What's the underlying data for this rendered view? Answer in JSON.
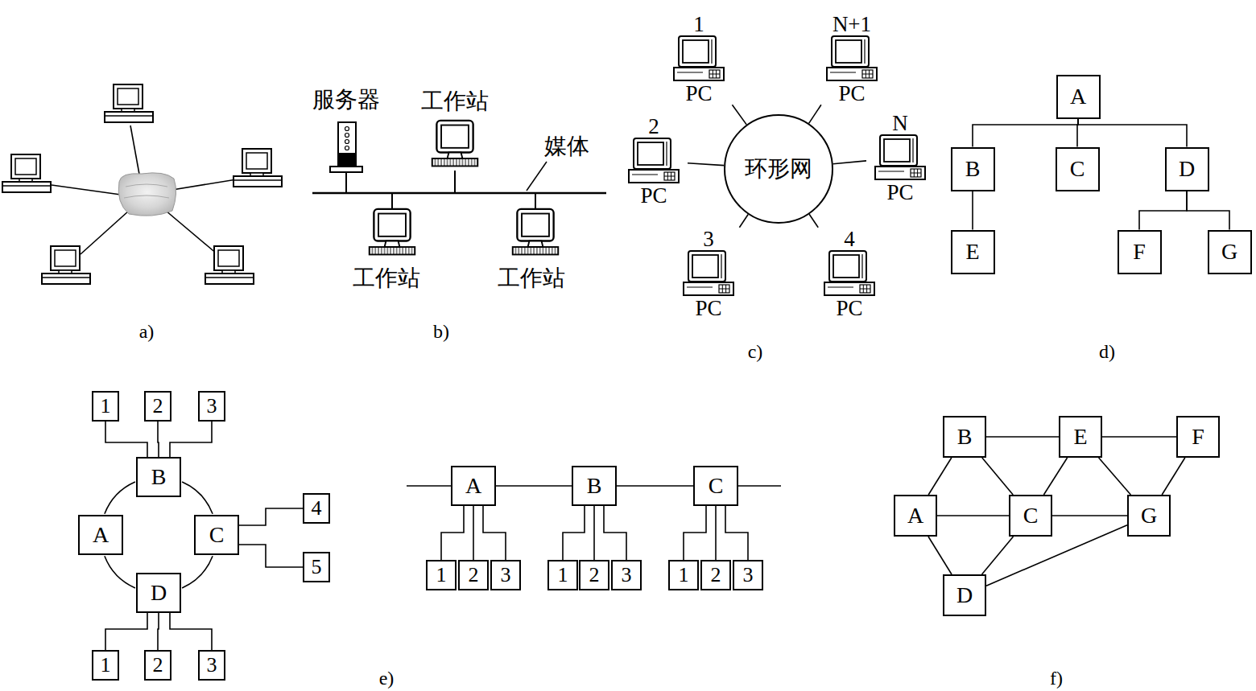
{
  "diagram": {
    "nodes": [
      {
        "text": [
          "1",
          "PC"
        ]
      },
      {
        "text": [
          "N+1",
          "PC"
        ]
      },
      {
        "text": [
          "2",
          "PC"
        ]
      },
      {
        "text": [
          "环形网"
        ]
      },
      {
        "text": [
          "N",
          "PC"
        ]
      },
      {
        "text": [
          "3",
          "PC"
        ]
      },
      {
        "text": [
          "4",
          "PC"
        ]
      },
      {
        "text": [
          "A"
        ]
      },
      {
        "text": [
          "B"
        ]
      },
      {
        "text": [
          "C"
        ]
      },
      {
        "text": [
          "D"
        ]
      },
      {
        "text": [
          "E"
        ]
      },
      {
        "text": [
          "F"
        ]
      },
      {
        "text": [
          "G"
        ]
      },
      {
        "text": [
          "1"
        ]
      },
      {
        "text": [
          "2"
        ]
      },
      {
        "text": [
          "3"
        ]
      },
      {
        "text": [
          "B"
        ]
      },
      {
        "text": [
          "A"
        ]
      },
      {
        "text": [
          "C"
        ]
      },
      {
        "text": [
          "4"
        ]
      },
      {
        "text": [
          "5"
        ]
      },
      {
        "text": [
          "D"
        ]
      },
      {
        "text": [
          "1"
        ]
      },
      {
        "text": [
          "2"
        ]
      },
      {
        "text": [
          "3"
        ]
      },
      {
        "text": [
          "A"
        ]
      },
      {
        "text": [
          "B"
        ]
      },
      {
        "text": [
          "C"
        ]
      },
      {
        "text": [
          "1"
        ]
      },
      {
        "text": [
          "2"
        ]
      },
      {
        "text": [
          "3"
        ]
      },
      {
        "text": [
          "1"
        ]
      },
      {
        "text": [
          "2"
        ]
      },
      {
        "text": [
          "3"
        ]
      },
      {
        "text": [
          "1"
        ]
      },
      {
        "text": [
          "2"
        ]
      },
      {
        "text": [
          "3"
        ]
      },
      {
        "text": [
          "B"
        ]
      },
      {
        "text": [
          "E"
        ]
      },
      {
        "text": [
          "F"
        ]
      },
      {
        "text": [
          "A"
        ]
      },
      {
        "text": [
          "C"
        ]
      },
      {
        "text": [
          "G"
        ]
      },
      {
        "text": [
          "D"
        ]
      }
    ],
    "edges": [
      {
        "from": 0,
        "to": 3,
        "arrow": "none"
      },
      {
        "from": 1,
        "to": 3,
        "arrow": "none"
      },
      {
        "from": 2,
        "to": 3,
        "arrow": "none"
      },
      {
        "from": 4,
        "to": 3,
        "arrow": "none"
      },
      {
        "from": 5,
        "to": 3,
        "arrow": "none"
      },
      {
        "from": 6,
        "to": 3,
        "arrow": "none"
      },
      {
        "from": 7,
        "to": 8,
        "arrow": "none"
      },
      {
        "from": 7,
        "to": 9,
        "arrow": "none"
      },
      {
        "from": 7,
        "to": 10,
        "arrow": "none"
      },
      {
        "from": 8,
        "to": 11,
        "arrow": "none"
      },
      {
        "from": 10,
        "to": 12,
        "arrow": "none"
      },
      {
        "from": 10,
        "to": 13,
        "arrow": "none"
      },
      {
        "from": 17,
        "to": 14,
        "arrow": "none"
      },
      {
        "from": 17,
        "to": 15,
        "arrow": "none"
      },
      {
        "from": 17,
        "to": 16,
        "arrow": "none"
      },
      {
        "from": 17,
        "to": 19,
        "arrow": "none"
      },
      {
        "from": 19,
        "to": 22,
        "arrow": "none"
      },
      {
        "from": 22,
        "to": 18,
        "arrow": "none"
      },
      {
        "from": 18,
        "to": 17,
        "arrow": "none"
      },
      {
        "from": 19,
        "to": 20,
        "arrow": "none"
      },
      {
        "from": 19,
        "to": 21,
        "arrow": "none"
      },
      {
        "from": 22,
        "to": 23,
        "arrow": "none"
      },
      {
        "from": 22,
        "to": 24,
        "arrow": "none"
      },
      {
        "from": 22,
        "to": 25,
        "arrow": "none"
      },
      {
        "from": 26,
        "to": 27,
        "arrow": "none"
      },
      {
        "from": 27,
        "to": 28,
        "arrow": "none"
      },
      {
        "from": 26,
        "to": 29,
        "arrow": "none"
      },
      {
        "from": 26,
        "to": 30,
        "arrow": "none"
      },
      {
        "from": 26,
        "to": 31,
        "arrow": "none"
      },
      {
        "from": 27,
        "to": 32,
        "arrow": "none"
      },
      {
        "from": 27,
        "to": 33,
        "arrow": "none"
      },
      {
        "from": 27,
        "to": 34,
        "arrow": "none"
      },
      {
        "from": 28,
        "to": 35,
        "arrow": "none"
      },
      {
        "from": 28,
        "to": 36,
        "arrow": "none"
      },
      {
        "from": 28,
        "to": 37,
        "arrow": "none"
      },
      {
        "from": 41,
        "to": 38,
        "arrow": "none"
      },
      {
        "from": 38,
        "to": 39,
        "arrow": "none"
      },
      {
        "from": 39,
        "to": 40,
        "arrow": "none"
      },
      {
        "from": 41,
        "to": 42,
        "arrow": "none"
      },
      {
        "from": 41,
        "to": 44,
        "arrow": "none"
      },
      {
        "from": 38,
        "to": 42,
        "arrow": "none"
      },
      {
        "from": 39,
        "to": 42,
        "arrow": "none"
      },
      {
        "from": 39,
        "to": 43,
        "arrow": "none"
      },
      {
        "from": 40,
        "to": 43,
        "arrow": "none"
      },
      {
        "from": 42,
        "to": 43,
        "arrow": "none"
      },
      {
        "from": 42,
        "to": 44,
        "arrow": "none"
      },
      {
        "from": 44,
        "to": 43,
        "arrow": "none"
      }
    ],
    "labels": [
      "服务器",
      "工作站",
      "媒体",
      "工作站",
      "工作站",
      "a)",
      "b)",
      "c)",
      "d)",
      "e)",
      "f)"
    ]
  }
}
